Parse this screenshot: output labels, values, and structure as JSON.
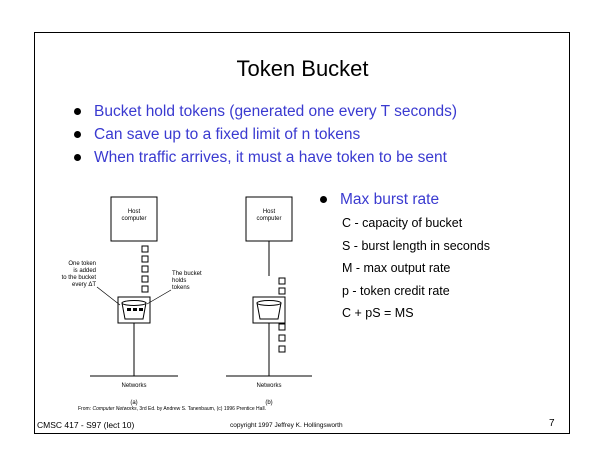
{
  "slide": {
    "title": "Token Bucket",
    "bullets": [
      "Bucket hold tokens (generated one every T seconds)",
      "Can save up to a fixed limit of n tokens",
      "When traffic arrives, it must a have token to be sent"
    ],
    "right_bullet": "Max burst rate",
    "sub_items": [
      "C - capacity of bucket",
      "S - burst length in seconds",
      "M - max output rate",
      "p - token credit rate",
      "C + pS = MS"
    ]
  },
  "diagram": {
    "host_a_line1": "Host",
    "host_a_line2": "computer",
    "host_b_line1": "Host",
    "host_b_line2": "computer",
    "left_label": [
      "One token",
      "is added",
      "to the bucket",
      "every ΔT"
    ],
    "right_label": [
      "The bucket",
      "holds",
      "tokens"
    ],
    "networks_a": "Networks",
    "networks_b": "Networks",
    "caption_a": "(a)",
    "caption_b": "(b)"
  },
  "credit": {
    "prefix": "From: ",
    "book": "Computer Networks",
    "rest": ", 3rd Ed. by Andrew S. Tanenbaum, (c) 1996 Prentice Hall."
  },
  "footer": {
    "course": "CMSC 417 - S97  (lect 10)",
    "copyright": "copyright 1997  Jeffrey K. Hollingsworth",
    "page": "7"
  }
}
